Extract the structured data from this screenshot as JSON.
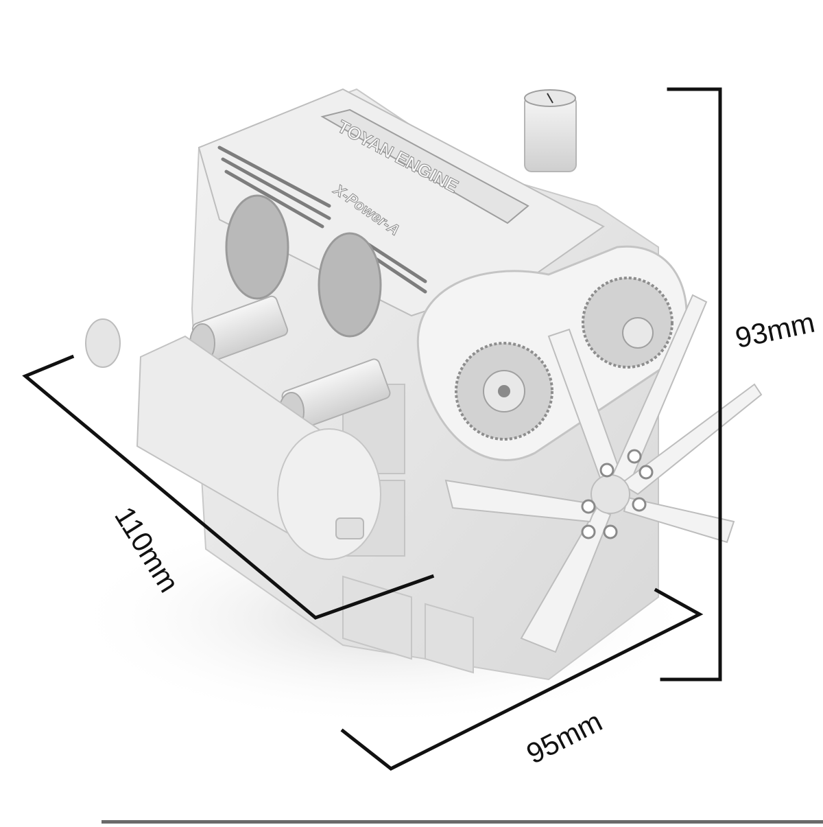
{
  "product": {
    "brand_plate": "TOYAN ENGINE",
    "model_plate": "X-Power-A"
  },
  "dimensions": {
    "length": {
      "label": "110mm",
      "value": 110,
      "unit": "mm"
    },
    "width": {
      "label": "95mm",
      "value": 95,
      "unit": "mm"
    },
    "height": {
      "label": "93mm",
      "value": 93,
      "unit": "mm"
    }
  },
  "colors": {
    "background": "#ffffff",
    "model": "#e6e6e6",
    "model_shadow": "#bdbdbd",
    "dimension_line": "#111111"
  }
}
